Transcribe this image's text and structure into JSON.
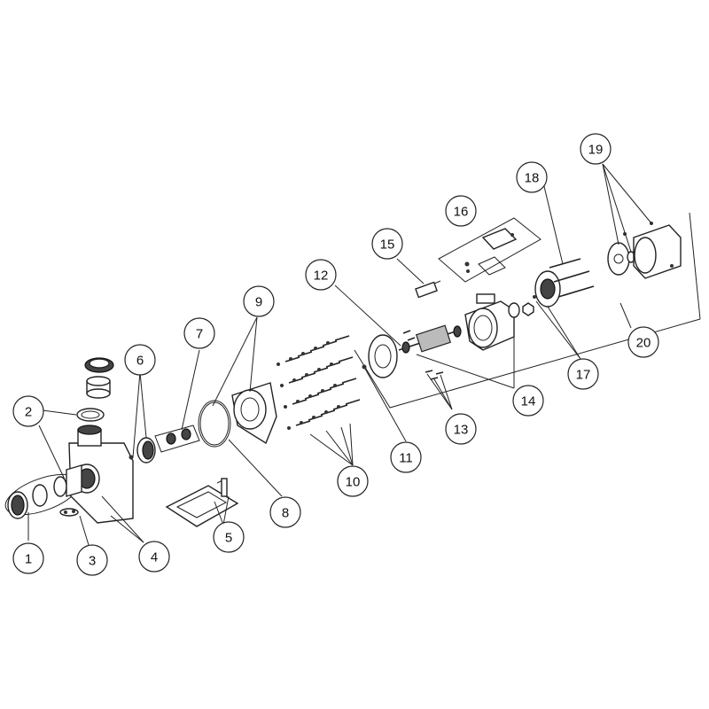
{
  "callouts": [
    {
      "id": "1",
      "label": "1"
    },
    {
      "id": "2",
      "label": "2"
    },
    {
      "id": "3",
      "label": "3"
    },
    {
      "id": "4",
      "label": "4"
    },
    {
      "id": "5",
      "label": "5"
    },
    {
      "id": "6",
      "label": "6"
    },
    {
      "id": "7",
      "label": "7"
    },
    {
      "id": "8",
      "label": "8"
    },
    {
      "id": "9",
      "label": "9"
    },
    {
      "id": "10",
      "label": "10"
    },
    {
      "id": "11",
      "label": "11"
    },
    {
      "id": "12",
      "label": "12"
    },
    {
      "id": "13",
      "label": "13"
    },
    {
      "id": "14",
      "label": "14"
    },
    {
      "id": "15",
      "label": "15"
    },
    {
      "id": "16",
      "label": "16"
    },
    {
      "id": "17",
      "label": "17"
    },
    {
      "id": "18",
      "label": "18"
    },
    {
      "id": "19",
      "label": "19"
    },
    {
      "id": "20",
      "label": "20"
    }
  ],
  "colors": {
    "line": "#222222",
    "background": "#ffffff"
  }
}
